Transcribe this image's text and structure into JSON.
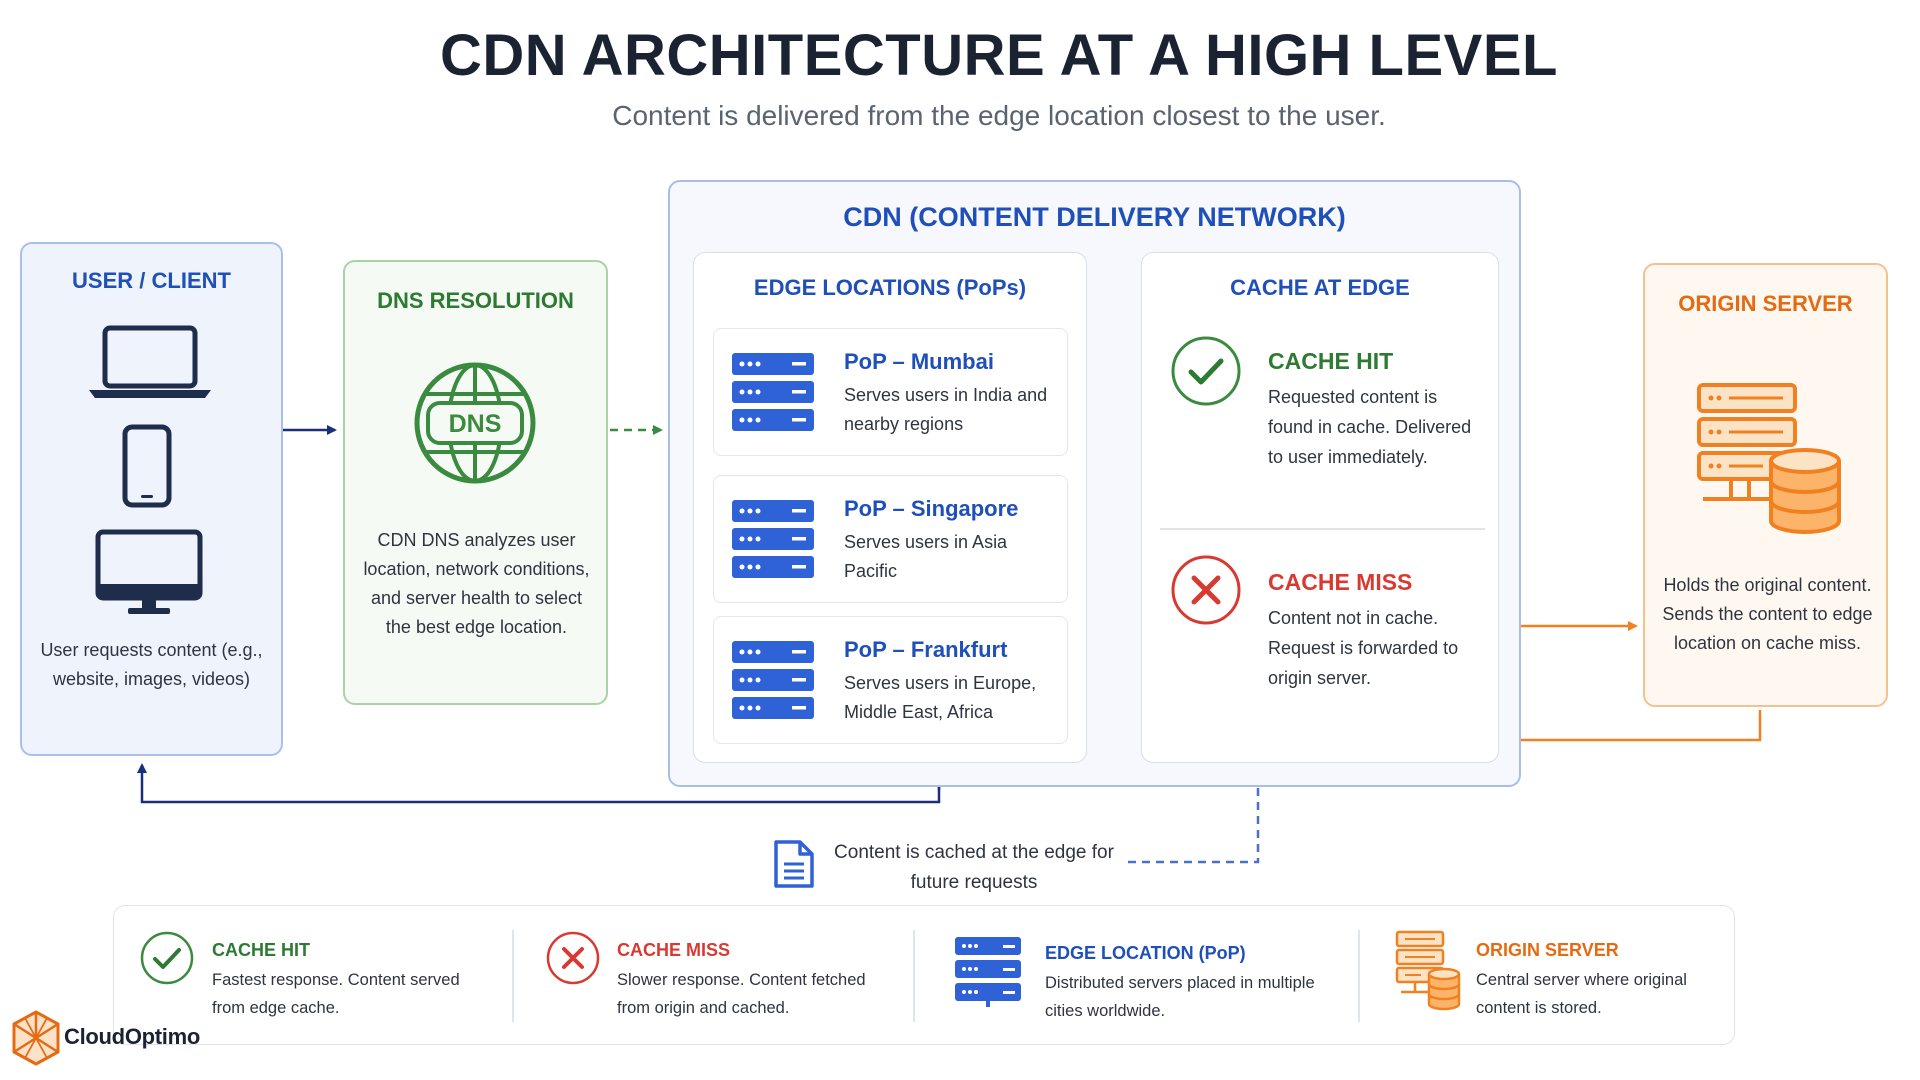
{
  "title": "CDN ARCHITECTURE AT A HIGH LEVEL",
  "subtitle": "Content is delivered from the edge location closest to the user.",
  "user": {
    "heading": "USER / CLIENT",
    "text": "User requests content (e.g., website, images, videos)",
    "icons": [
      "laptop-icon",
      "smartphone-icon",
      "desktop-monitor-icon"
    ]
  },
  "dns": {
    "heading": "DNS RESOLUTION",
    "globe_label": "DNS",
    "text": "CDN DNS analyzes user location, network conditions, and server health to select the best edge location."
  },
  "cdn": {
    "heading": "CDN (CONTENT DELIVERY NETWORK)",
    "edge": {
      "heading": "EDGE LOCATIONS (PoPs)",
      "pops": [
        {
          "title": "PoP – Mumbai",
          "desc": "Serves users in India and nearby regions"
        },
        {
          "title": "PoP – Singapore",
          "desc": "Serves users in Asia Pacific"
        },
        {
          "title": "PoP – Frankfurt",
          "desc": "Serves users in Europe, Middle East, Africa"
        }
      ]
    },
    "cache": {
      "heading": "CACHE AT EDGE",
      "hit": {
        "title": "CACHE HIT",
        "desc": "Requested content is found in cache. Delivered to user immediately."
      },
      "miss": {
        "title": "CACHE MISS",
        "desc": "Content not in cache. Request is forwarded to origin server."
      }
    }
  },
  "origin": {
    "heading": "ORIGIN SERVER",
    "text": "Holds the original content. Sends the content to edge location on cache miss."
  },
  "note": {
    "text": "Content is cached at the edge for future requests",
    "icon": "document-icon"
  },
  "legend": [
    {
      "title": "CACHE HIT",
      "desc": "Fastest response. Content served from edge cache.",
      "icon": "check-circle-icon"
    },
    {
      "title": "CACHE MISS",
      "desc": "Slower response. Content fetched from origin and cached.",
      "icon": "x-circle-icon"
    },
    {
      "title": "EDGE LOCATION (PoP)",
      "desc": "Distributed servers placed in multiple cities worldwide.",
      "icon": "server-rack-icon"
    },
    {
      "title": "ORIGIN SERVER",
      "desc": "Central server where original content is stored.",
      "icon": "server-database-icon"
    }
  ],
  "brand": "CloudOptimo",
  "colors": {
    "blue": "#1f4fb8",
    "navy": "#1a2f7a",
    "green": "#2d7a33",
    "red": "#d83a32",
    "orange": "#f08020"
  }
}
